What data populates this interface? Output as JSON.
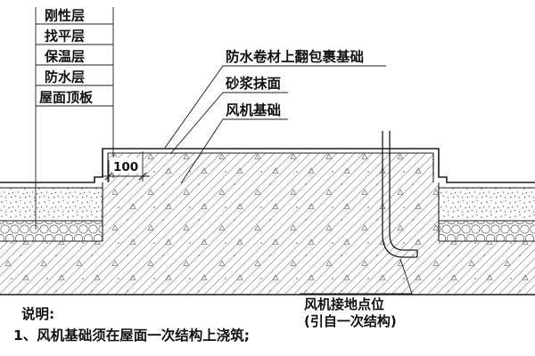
{
  "diagram": {
    "layer_stack": {
      "items": [
        {
          "label": "刚性层"
        },
        {
          "label": "找平层"
        },
        {
          "label": "保温层"
        },
        {
          "label": "防水层"
        },
        {
          "label": "屋面顶板"
        }
      ]
    },
    "callouts": {
      "membrane_wrap": "防水卷材上翻包裹基础",
      "mortar_finish": "砂浆抹面",
      "fan_foundation": "风机基础"
    },
    "dimension": {
      "upturn": "100"
    },
    "grounding": {
      "line1": "风机接地点位",
      "line2": "(引自一次结构)"
    },
    "notes": {
      "title": "说明:",
      "item1": "1、风机基础须在屋面一次结构上浇筑;"
    }
  }
}
